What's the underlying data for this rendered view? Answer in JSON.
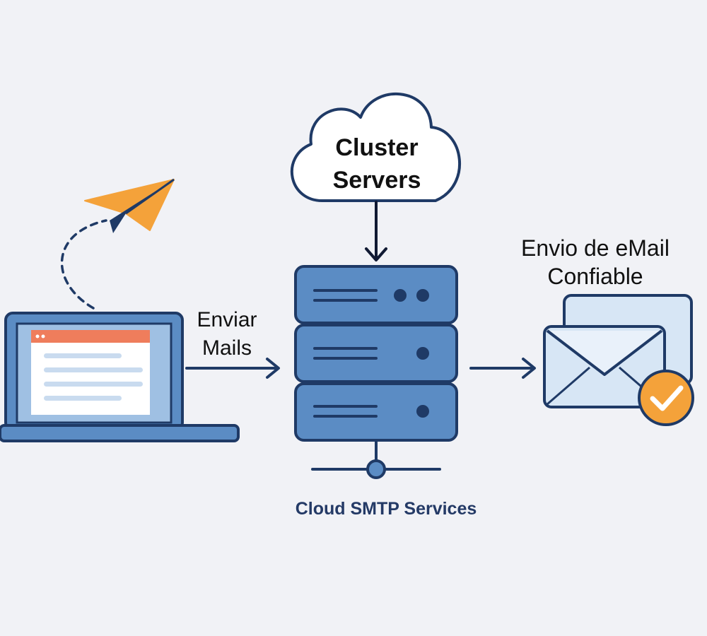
{
  "labels": {
    "cloud_line1": "Cluster",
    "cloud_line2": "Servers",
    "send_line1": "Enviar",
    "send_line2": "Mails",
    "delivery_line1": "Envio de eMail",
    "delivery_line2": "Confiable",
    "server_caption": "Cloud SMTP Services"
  },
  "icons": {
    "source": "laptop-icon",
    "sent": "paper-plane-icon",
    "cluster": "cloud-icon",
    "server": "server-rack-icon",
    "destination": "envelope-icon",
    "status": "checkmark-badge-icon"
  },
  "colors": {
    "background": "#f1f2f6",
    "navy": "#1f3a66",
    "server_blue": "#5b8cc4",
    "light_blue": "#d7e6f5",
    "accent_orange": "#f4a23a",
    "browser_bar": "#ef7d5c",
    "caption": "#243a66"
  }
}
